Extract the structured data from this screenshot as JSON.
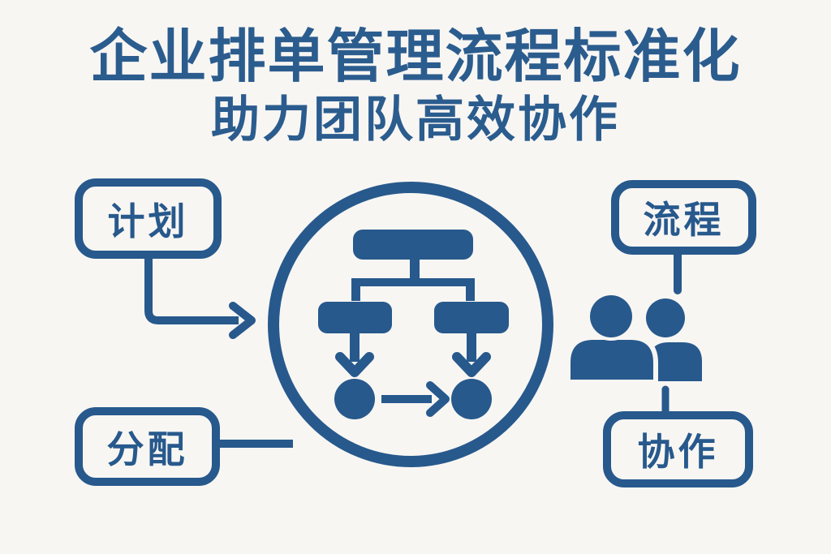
{
  "colors": {
    "background": "#f8f6f3",
    "accent": "#27598c",
    "title_text": "#2b5c8e"
  },
  "header": {
    "title": "企业排单管理流程标准化",
    "subtitle": "助力团队高效协作"
  },
  "labels": {
    "plan": "计划",
    "allocate": "分配",
    "process": "流程",
    "collaborate": "协作"
  },
  "icons": {
    "center": "flowchart-in-circle-icon",
    "people": "two-people-icon",
    "plan_connector": "elbow-arrow-right-icon",
    "allocate_connector": "horizontal-line-connector",
    "process_connector": "vertical-line-connector",
    "collaborate_connector": "vertical-line-connector"
  }
}
